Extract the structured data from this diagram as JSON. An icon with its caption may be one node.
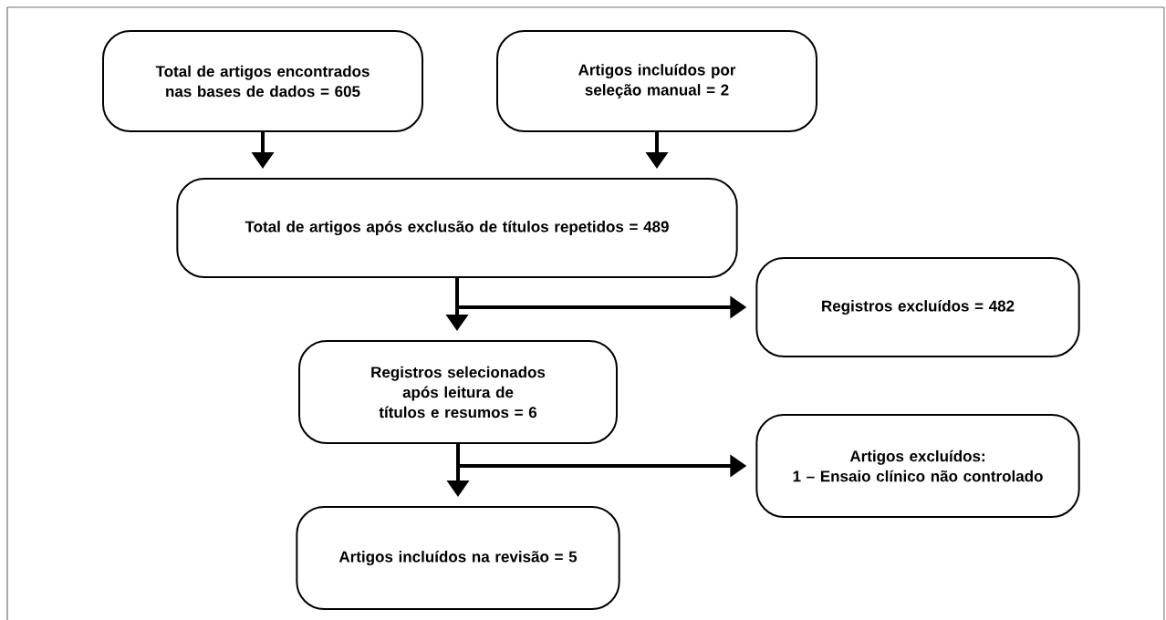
{
  "diagram": {
    "nodes": [
      {
        "text": [
          "Total de artigos encontrados nas bases de dados = 605"
        ]
      },
      {
        "text": [
          "Artigos incluídos por seleção manual = 2"
        ]
      },
      {
        "text": [
          "Total de artigos após exclusão de títulos repetidos = 489"
        ]
      },
      {
        "text": [
          "Registros excluídos = 482"
        ]
      },
      {
        "text": [
          "Registros selecionados após leitura de títulos e resumos = 6"
        ]
      },
      {
        "text": [
          "Artigos excluídos:",
          "1 – Ensaio clínico não controlado"
        ]
      },
      {
        "text": [
          "Artigos incluídos na revisão = 5"
        ]
      }
    ],
    "edges": [
      {
        "from": 0,
        "to": 2,
        "arrow": "to"
      },
      {
        "from": 1,
        "to": 2,
        "arrow": "to"
      },
      {
        "from": 2,
        "to": 4,
        "arrow": "to"
      },
      {
        "from": 2,
        "to": 3,
        "arrow": "to"
      },
      {
        "from": 4,
        "to": 6,
        "arrow": "to"
      },
      {
        "from": 4,
        "to": 5,
        "arrow": "to"
      }
    ]
  }
}
